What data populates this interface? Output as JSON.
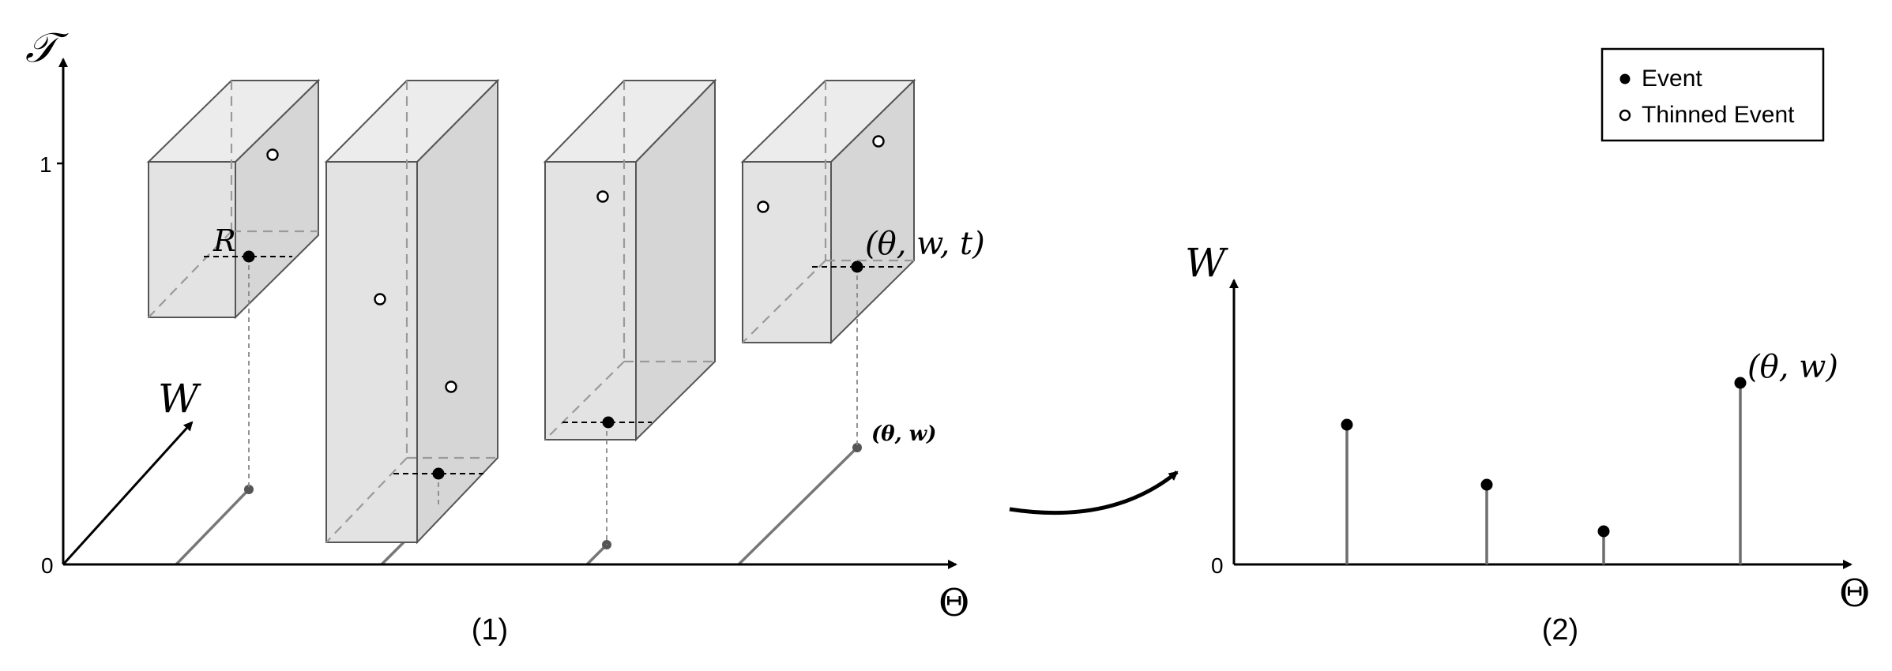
{
  "panel1": {
    "t_axis_label": "𝒯",
    "w_axis_label": "W",
    "theta_axis_label": "Θ",
    "tick_one": "1",
    "tick_zero": "0",
    "point_label_R": "R",
    "point_label_theta_w_t": "(θ, w, t)",
    "point_label_theta_w": "(θ, w)",
    "caption": "(1)"
  },
  "panel2": {
    "w_axis_label": "W",
    "theta_axis_label": "Θ",
    "tick_zero": "0",
    "point_label_theta_w": "(θ, w)",
    "caption": "(2)"
  },
  "legend": {
    "event_label": "Event",
    "thinned_event_label": "Thinned Event"
  }
}
